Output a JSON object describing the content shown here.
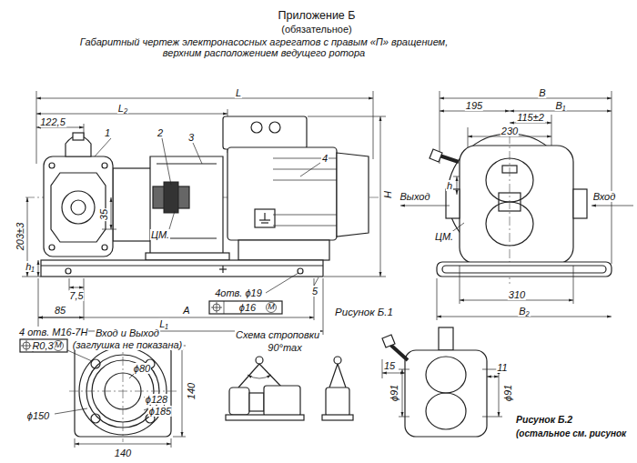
{
  "diagram": {
    "title": "Приложение Б",
    "labels": [
      "(обязательное)",
      "Габаритный чертеж электронасосных агрегатов с правым «П» вращением, верхним расположением ведущего ротора",
      "L",
      "L₂",
      "122,5",
      "1",
      "2",
      "3",
      "4",
      "H",
      "35",
      "203±3",
      "h₁",
      "ЦМ.",
      "7,5",
      "4отв. ϕ19",
      "ϕ16",
      "M",
      "5",
      "85",
      "A",
      "L₁",
      "Рисунок Б.1",
      "B",
      "195",
      "B₁",
      "115±2",
      "230",
      "h",
      "Выход",
      "Вход",
      "ЦМ.",
      "310",
      "B₂",
      "4 отв. M16-7H",
      "R0,3",
      "M",
      "Вход и Выход",
      "(заглушка не показана)",
      "ϕ80",
      "ϕ128",
      "ϕ185",
      "ϕ150",
      "140",
      "140",
      "Схема строповки",
      "90°max",
      "15",
      "11",
      "ϕ91",
      "ϕ91",
      "Рисунок Б.2",
      "(остальное см. рисунок"
    ]
  }
}
